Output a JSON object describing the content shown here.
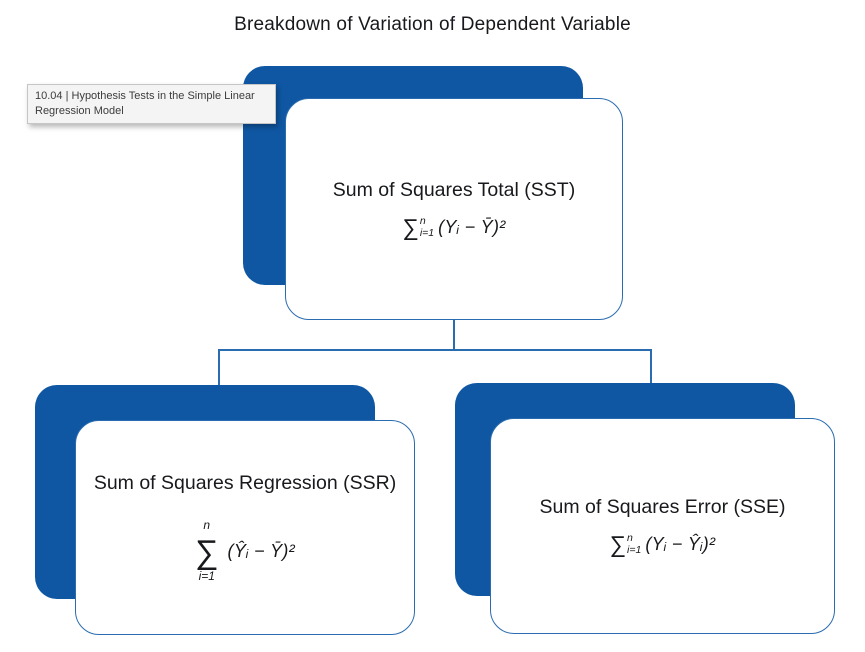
{
  "page": {
    "title": "Breakdown of Variation of Dependent Variable"
  },
  "tooltip": {
    "text": "10.04 | Hypothesis Tests in the Simple Linear Regression Model"
  },
  "colors": {
    "shadow_blue": "#0F57A3",
    "border_blue": "#2A6CB0"
  },
  "nodes": {
    "sst": {
      "title": "Sum of Squares Total (SST)",
      "formula": {
        "sigma": "∑",
        "upper": "n",
        "lower": "i=1",
        "body": "(Yᵢ − Ȳ)²"
      }
    },
    "ssr": {
      "title": "Sum of Squares Regression (SSR)",
      "formula": {
        "sigma": "∑",
        "upper": "n",
        "lower": "i=1",
        "body": "(Ŷᵢ − Ȳ)²"
      }
    },
    "sse": {
      "title": "Sum of Squares Error (SSE)",
      "formula": {
        "sigma": "∑",
        "upper": "n",
        "lower": "i=1",
        "body": "(Yᵢ − Ŷᵢ)²"
      }
    }
  }
}
